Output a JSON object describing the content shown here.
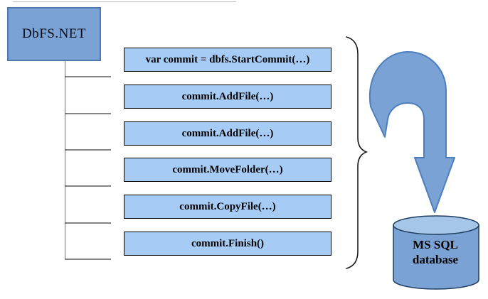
{
  "client_box": {
    "label": "DbFS.NET"
  },
  "calls": [
    "var commit = dbfs.StartCommit(…)",
    "commit.AddFile(…)",
    "commit.AddFile(…)",
    "commit.MoveFolder(…)",
    "commit.CopyFile(…)",
    "commit.Finish()"
  ],
  "database": {
    "line1": "MS SQL",
    "line2": "database"
  },
  "icons": {
    "brace": "right-curly-brace",
    "arrow": "curved-u-turn-down-arrow",
    "database": "cylinder"
  },
  "colors": {
    "client_fill": "#7aa2d4",
    "client_border": "#4e7ab0",
    "call_fill": "#a6ccf5",
    "call_border": "#000000",
    "arrow_fill": "#7aa2d4",
    "arrow_border": "#4d7ebd",
    "cylinder_fill": "#7aa2d4",
    "cylinder_top_fill": "#a6c6e7",
    "cylinder_border": "#1c3c5e",
    "brace_color": "#1a1a1a",
    "lifeline_color": "#55789e",
    "tick_color": "#3a3a3a"
  }
}
